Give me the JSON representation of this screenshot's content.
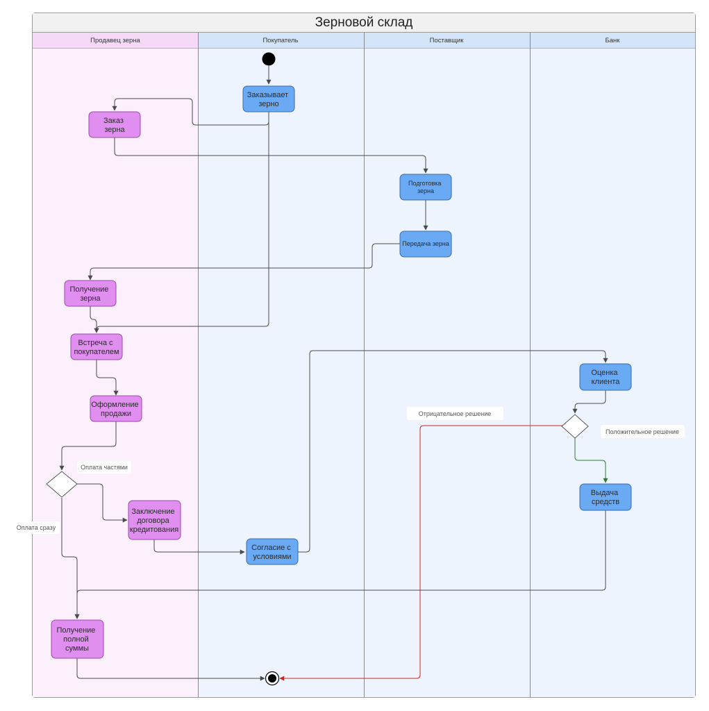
{
  "title": "Зерновой склад",
  "lanes": [
    {
      "label": "Продавец зерна"
    },
    {
      "label": "Покупатель"
    },
    {
      "label": "Поставщик"
    },
    {
      "label": "Банк"
    }
  ],
  "nodes": {
    "buyer_orders": [
      "Заказывает",
      "зерно"
    ],
    "grain_order": [
      "Заказ",
      "зерна"
    ],
    "prep": [
      "Подготовка",
      "зерна"
    ],
    "transfer": [
      "Передача зерна"
    ],
    "receive": [
      "Получение",
      "зерна"
    ],
    "meeting": [
      "Встреча с",
      "покупателем"
    ],
    "sale": [
      "Оформление",
      "продажи"
    ],
    "credit": [
      "Заключение",
      "договора",
      "кредитования"
    ],
    "agree": [
      "Согласие с",
      "условиями"
    ],
    "assess": [
      "Оценка",
      "клиента"
    ],
    "issue": [
      "Выдача",
      "средств"
    ],
    "full": [
      "Получение",
      "полной",
      "суммы"
    ]
  },
  "edge_labels": {
    "partial": "Оплата частями",
    "immediate": "Оплата сразу",
    "negative": "Отрицательное решение",
    "positive": "Положительное решение"
  },
  "colors": {
    "seller_lane_bg": "#fcf0fc",
    "seller_header_bg": "#f5d9f7",
    "other_lane_bg": "#eef4fd",
    "other_header_bg": "#d3e4f8",
    "seller_node": "#e08ef0",
    "buyer_node": "#6aaaf5",
    "negative_edge": "#c62828",
    "positive_edge": "#2e7d32"
  }
}
